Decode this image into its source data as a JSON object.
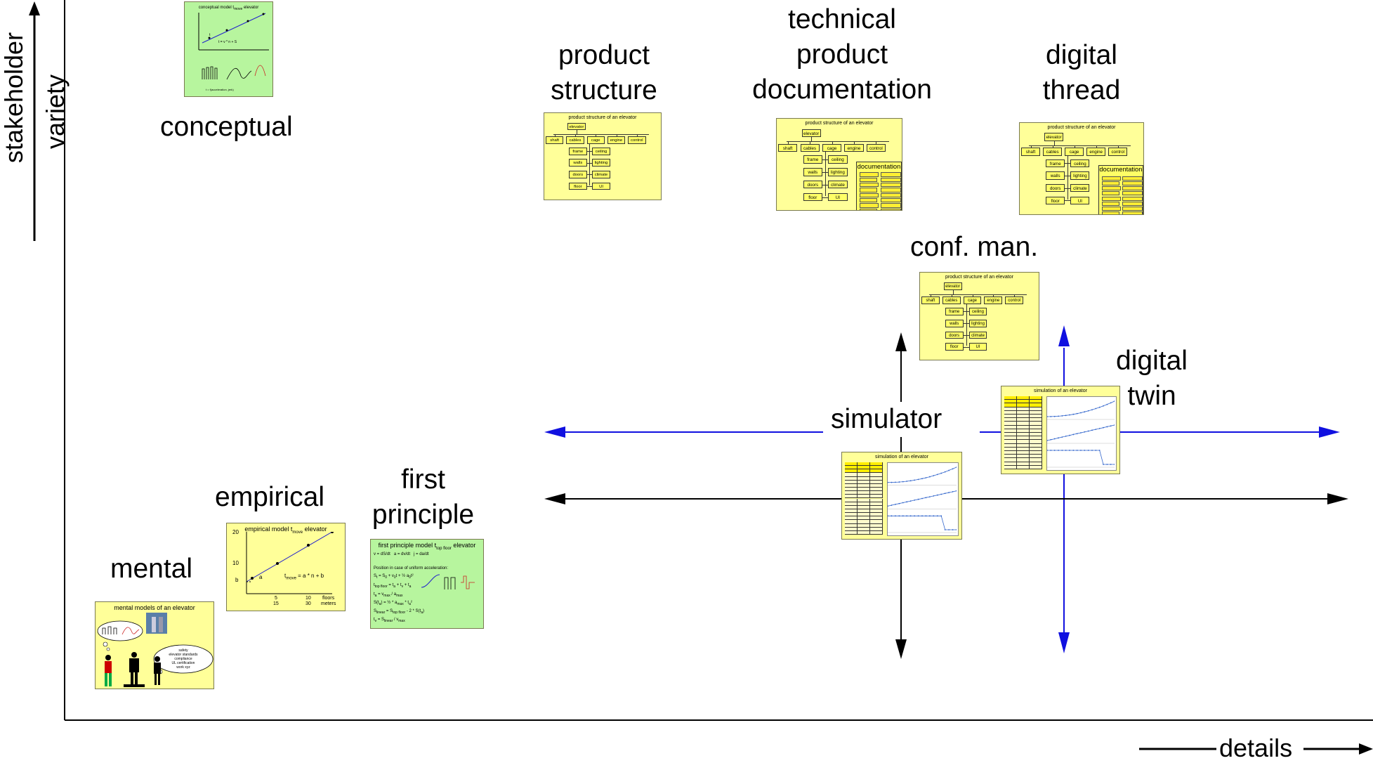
{
  "axes": {
    "y_label_1": "stakeholder",
    "y_label_2": "variety",
    "x_label": "details"
  },
  "labels": {
    "conceptual": "conceptual",
    "product_structure": "product\nstructure",
    "technical_doc": "technical\nproduct\ndocumentation",
    "digital_thread": "digital\nthread",
    "conf_man": "conf. man.",
    "digital_twin": "digital\ntwin",
    "simulator": "simulator",
    "empirical": "empirical",
    "first_principle": "first\nprinciple",
    "mental": "mental"
  },
  "cards": {
    "conceptual_title": "conceptual model t",
    "conceptual_title_sub": "move",
    "conceptual_title_tail": " elevator",
    "conceptual_eq": "t",
    "conceptual_eq_full": "= v",
    "conceptual_eq2": "t = f(acceleration, jerk)",
    "ps_title": "product structure of an elevator",
    "sim_title": "simulation of an elevator",
    "empirical_title": "empirical model t",
    "empirical_title_sub": "move",
    "empirical_title_tail": " elevator",
    "empirical_eq": "t",
    "empirical_eq_sub": "move",
    "empirical_eq_tail": " = a * n + b",
    "empirical_y_ticks": [
      "20",
      "10"
    ],
    "empirical_b": "b",
    "empirical_a": "a",
    "empirical_x_ticks_top": [
      "5",
      "10"
    ],
    "empirical_x_ticks_bot": [
      "15",
      "30"
    ],
    "empirical_x_unit_top": "floors",
    "empirical_x_unit_bot": "meters",
    "fp_title": "first principle model t",
    "fp_title_sub": "top floor",
    "fp_title_tail": " elevator",
    "fp_lines": [
      "Position in case of uniform acceleration:",
      "S",
      "t",
      "t",
      "S(t",
      "S",
      "t"
    ],
    "mental_title": "mental models of an elevator",
    "mental_bubble": "safety\nelevator standards\ncompliance\nUL certification\nwork xyz"
  },
  "tree": {
    "root": "elevator",
    "level1": [
      "shaft",
      "cables",
      "cage",
      "engine",
      "control"
    ],
    "left": [
      "frame",
      "walls",
      "doors",
      "floor"
    ],
    "right": [
      "ceiling",
      "lighting",
      "climate",
      "UI"
    ],
    "doc_label": "documentation"
  },
  "colors": {
    "card_yellow": "#ffff99",
    "card_green": "#b7f59e",
    "blue_arrow": "#1010e0",
    "black_arrow": "#000000"
  }
}
